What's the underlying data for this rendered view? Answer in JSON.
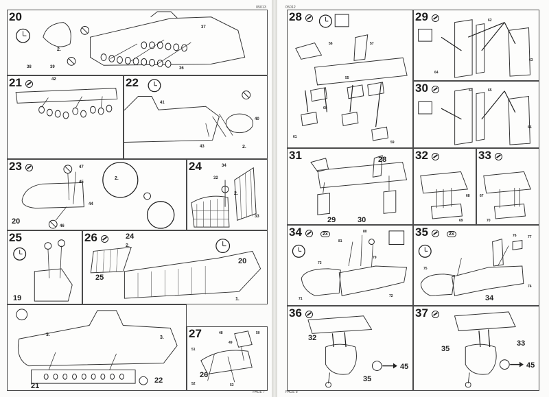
{
  "left_page": {
    "id": "05013",
    "footer": "PAGE 7",
    "steps": [
      {
        "num": "20",
        "refs": [
          "38",
          "39",
          "37",
          "36",
          "2."
        ]
      },
      {
        "num": "21",
        "refs": [
          "42"
        ]
      },
      {
        "num": "22",
        "refs": [
          "41",
          "43",
          "40",
          "2."
        ]
      },
      {
        "num": "23",
        "refs": [
          "47",
          "45",
          "46",
          "44",
          "2.",
          "20"
        ]
      },
      {
        "num": "24",
        "refs": [
          "34",
          "32",
          "2.",
          "33"
        ]
      },
      {
        "num": "25",
        "refs": [
          "19"
        ]
      },
      {
        "num": "26",
        "refs": [
          "24",
          "2.",
          "20",
          "25",
          "1."
        ]
      },
      {
        "num": "",
        "refs": [
          "3.",
          "3.",
          "21",
          "22"
        ]
      },
      {
        "num": "27",
        "refs": [
          "48",
          "49",
          "26",
          "50",
          "51",
          "52",
          "53"
        ]
      }
    ]
  },
  "right_page": {
    "id": "05012",
    "footer": "PAGE 8",
    "steps": [
      {
        "num": "28",
        "refs": [
          "56",
          "57",
          "55",
          "60",
          "61",
          "59"
        ]
      },
      {
        "num": "29",
        "refs": [
          "62",
          "63",
          "64"
        ]
      },
      {
        "num": "30",
        "refs": [
          "65",
          "66",
          "67"
        ]
      },
      {
        "num": "31",
        "refs": [
          "28",
          "29",
          "30"
        ]
      },
      {
        "num": "32",
        "refs": [
          "68",
          "69"
        ]
      },
      {
        "num": "33",
        "refs": [
          "67",
          "70"
        ]
      },
      {
        "num": "34",
        "refs": [
          "2x",
          "81",
          "80",
          "79",
          "71",
          "72",
          "73"
        ]
      },
      {
        "num": "35",
        "refs": [
          "2x",
          "75",
          "76",
          "77",
          "74",
          "34"
        ]
      },
      {
        "num": "36",
        "refs": [
          "32",
          "35",
          "45"
        ]
      },
      {
        "num": "37",
        "refs": [
          "33",
          "35",
          "45"
        ]
      }
    ]
  }
}
